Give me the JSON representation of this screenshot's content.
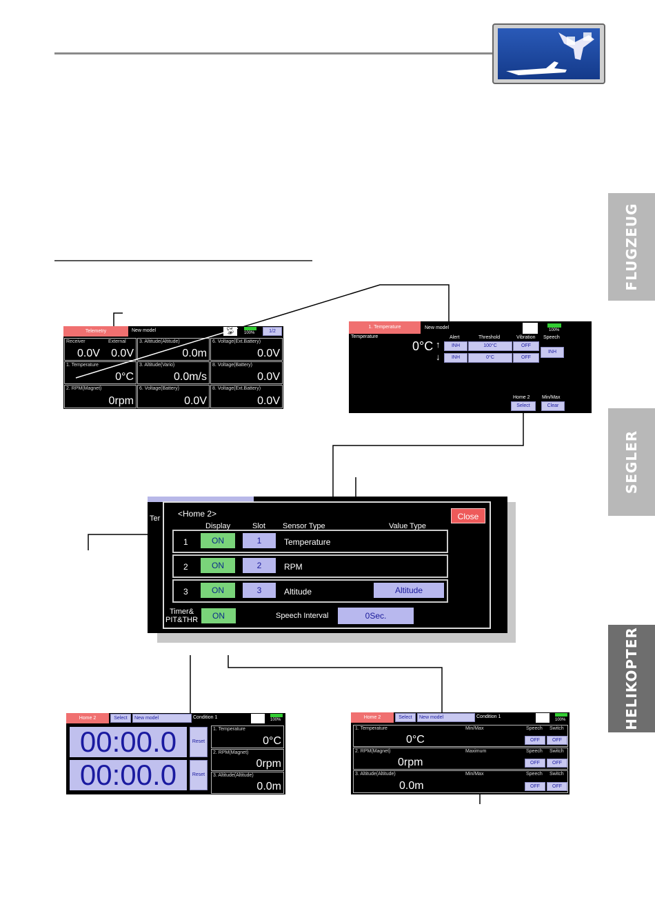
{
  "side_tabs": [
    "FLUGZEUG",
    "SEGLER",
    "HELIKOPTER"
  ],
  "screen1": {
    "tab": "Telemetry",
    "model": "New model",
    "battery": "100%",
    "page": "1/2",
    "cells": [
      {
        "title": "Receiver",
        "title2": "External",
        "value": "0.0V",
        "value2": "0.0V"
      },
      {
        "title": "3. Altitude(Altitude)",
        "value": "0.0m"
      },
      {
        "title": "6. Voltage(Ext.Battery)",
        "value": "0.0V"
      },
      {
        "title": "1. Temperature",
        "value": "0°C"
      },
      {
        "title": "3. Altitude(Vario)",
        "value": "0.0m/s"
      },
      {
        "title": "8. Voltage(Battery)",
        "value": "0.0V"
      },
      {
        "title": "2. RPM(Magnet)",
        "value": "0rpm"
      },
      {
        "title": "6. Voltage(Battery)",
        "value": "0.0V"
      },
      {
        "title": "8. Voltage(Ext.Battery)",
        "value": "0.0V"
      }
    ]
  },
  "screen2": {
    "tab": "1. Temperature",
    "model": "New model",
    "battery": "100%",
    "label": "Temperature",
    "value": "0°C",
    "headers": {
      "alert": "Alert",
      "threshold": "Threshold",
      "vibration": "Vibration",
      "speech": "Speech"
    },
    "upper": {
      "alert": "INH",
      "threshold": "100°C",
      "vibration": "OFF"
    },
    "lower": {
      "alert": "INH",
      "threshold": "0°C",
      "vibration": "OFF"
    },
    "speech": "INH",
    "home2_label": "Home 2",
    "home2_btn": "Select",
    "minmax_label": "Min/Max",
    "minmax_btn": "Clear"
  },
  "screen3": {
    "title": "<Home 2>",
    "close": "Close",
    "behind_text": "Ter",
    "headers": {
      "display": "Display",
      "slot": "Slot",
      "sensor": "Sensor Type",
      "value": "Value Type"
    },
    "rows": [
      {
        "num": "1",
        "display": "ON",
        "slot": "1",
        "sensor": "Temperature",
        "value_type": ""
      },
      {
        "num": "2",
        "display": "ON",
        "slot": "2",
        "sensor": "RPM",
        "value_type": ""
      },
      {
        "num": "3",
        "display": "ON",
        "slot": "3",
        "sensor": "Altitude",
        "value_type": "Altitude"
      }
    ],
    "timer_label_1": "Timer&",
    "timer_label_2": "PIT&THR",
    "timer_value": "ON",
    "speech_label": "Speech Interval",
    "speech_value": "0Sec."
  },
  "screen4": {
    "tab": "Home 2",
    "select": "Select",
    "model": "New model",
    "condition": "Condition 1",
    "battery": "100%",
    "timer1": "00:00.0",
    "timer2": "00:00.0",
    "reset": "Reset",
    "items": [
      {
        "title": "1. Temperature",
        "value": "0°C"
      },
      {
        "title": "2. RPM(Magnet)",
        "value": "0rpm"
      },
      {
        "title": "3. Altitude(Altitude)",
        "value": "0.0m"
      }
    ]
  },
  "screen5": {
    "tab": "Home 2",
    "select": "Select",
    "model": "New model",
    "condition": "Condition 1",
    "battery": "100%",
    "speech_hdr": "Speech",
    "switch_hdr": "Switch",
    "rows": [
      {
        "title": "1. Temperature",
        "mode": "Min/Max",
        "value": "0°C",
        "speech": "OFF",
        "switch": "OFF"
      },
      {
        "title": "2. RPM(Magnet)",
        "mode": "Maximum",
        "value": "0rpm",
        "speech": "OFF",
        "switch": "OFF"
      },
      {
        "title": "3. Altitude(Altitude)",
        "mode": "Min/Max",
        "value": "0.0m",
        "speech": "OFF",
        "switch": "OFF"
      }
    ]
  }
}
